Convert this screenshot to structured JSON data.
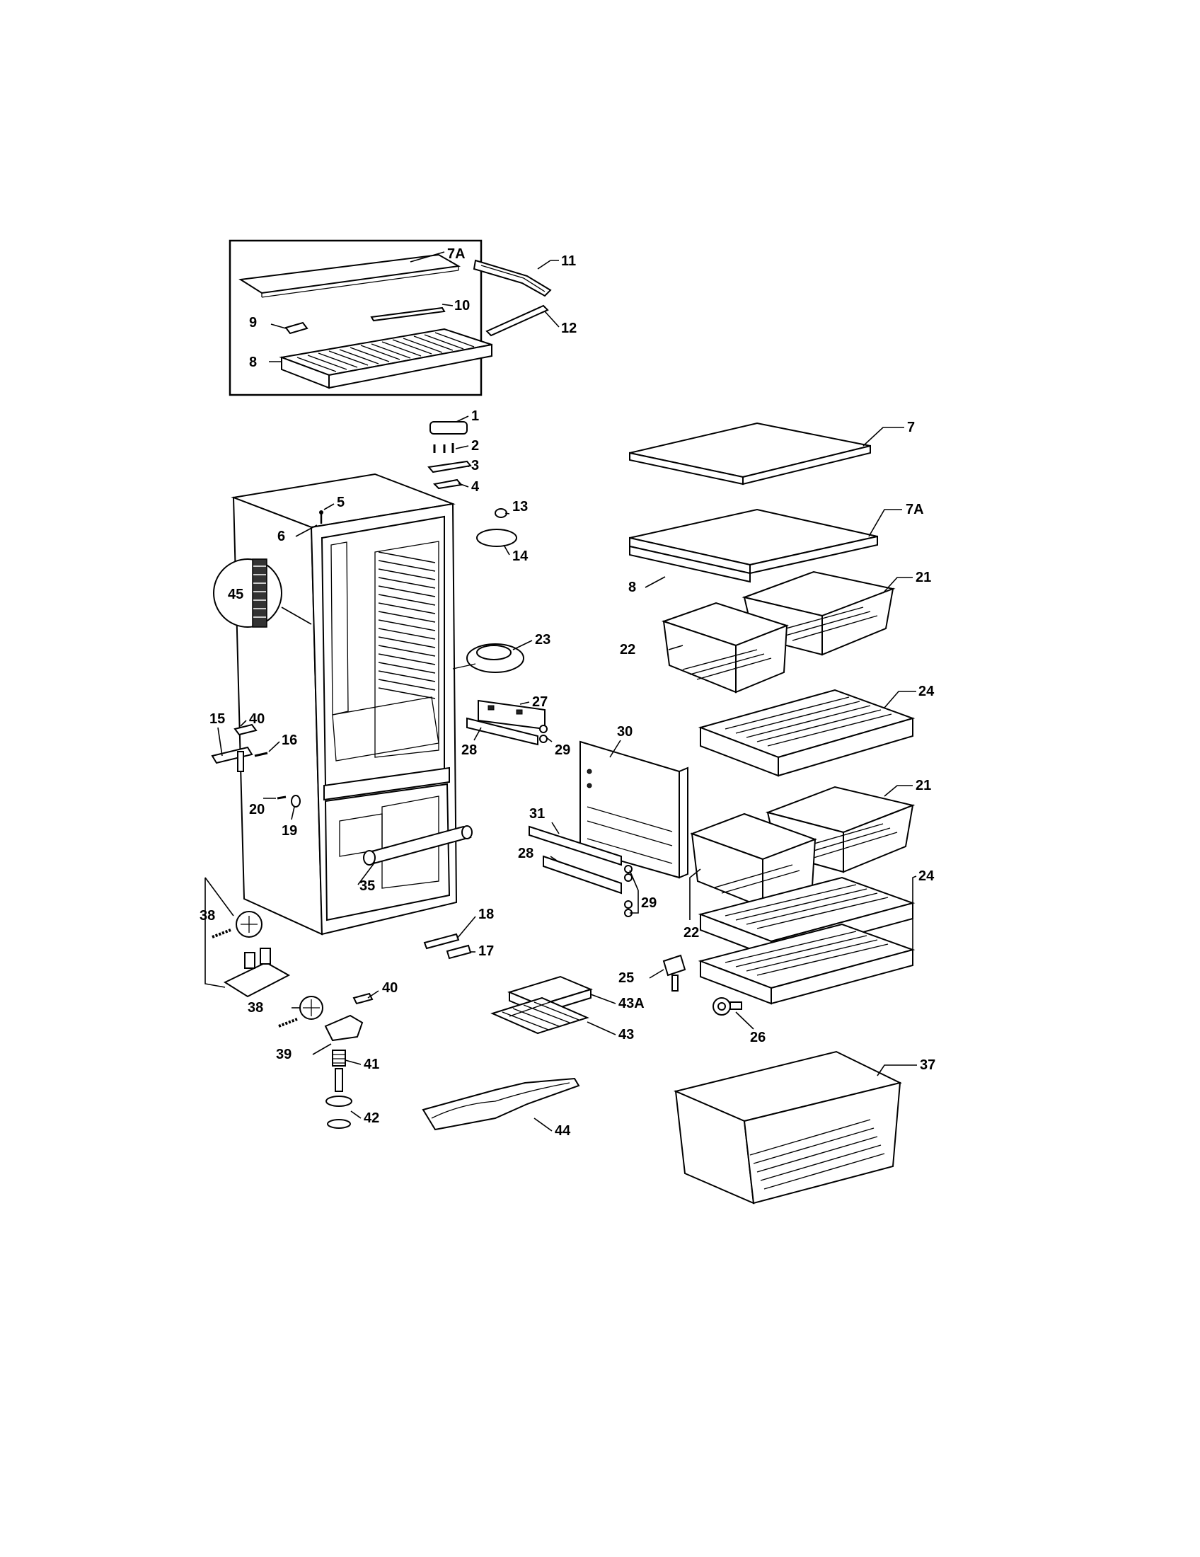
{
  "labels": {
    "l7A_top": "7A",
    "l11": "11",
    "l10": "10",
    "l12": "12",
    "l9": "9",
    "l8_top": "8",
    "l1": "1",
    "l2": "2",
    "l3": "3",
    "l4": "4",
    "l5": "5",
    "l6": "6",
    "l13": "13",
    "l14": "14",
    "l45": "45",
    "l23": "23",
    "l27": "27",
    "l15": "15",
    "l40_top": "40",
    "l16": "16",
    "l28_top": "28",
    "l29_top": "29",
    "l20": "20",
    "l19": "19",
    "l30": "30",
    "l31": "31",
    "l28_bot": "28",
    "l29_bot": "29",
    "l35": "35",
    "l18": "18",
    "l17": "17",
    "l38_top": "38",
    "l38_bot": "38",
    "l40_bot": "40",
    "l39": "39",
    "l41": "41",
    "l42": "42",
    "l43A": "43A",
    "l43": "43",
    "l44": "44",
    "l25": "25",
    "l26": "26",
    "l7": "7",
    "l7A": "7A",
    "l8": "8",
    "l21_top": "21",
    "l22_top": "22",
    "l24_top": "24",
    "l21_bot": "21",
    "l24_bot": "24",
    "l22_bot": "22",
    "l37": "37"
  }
}
